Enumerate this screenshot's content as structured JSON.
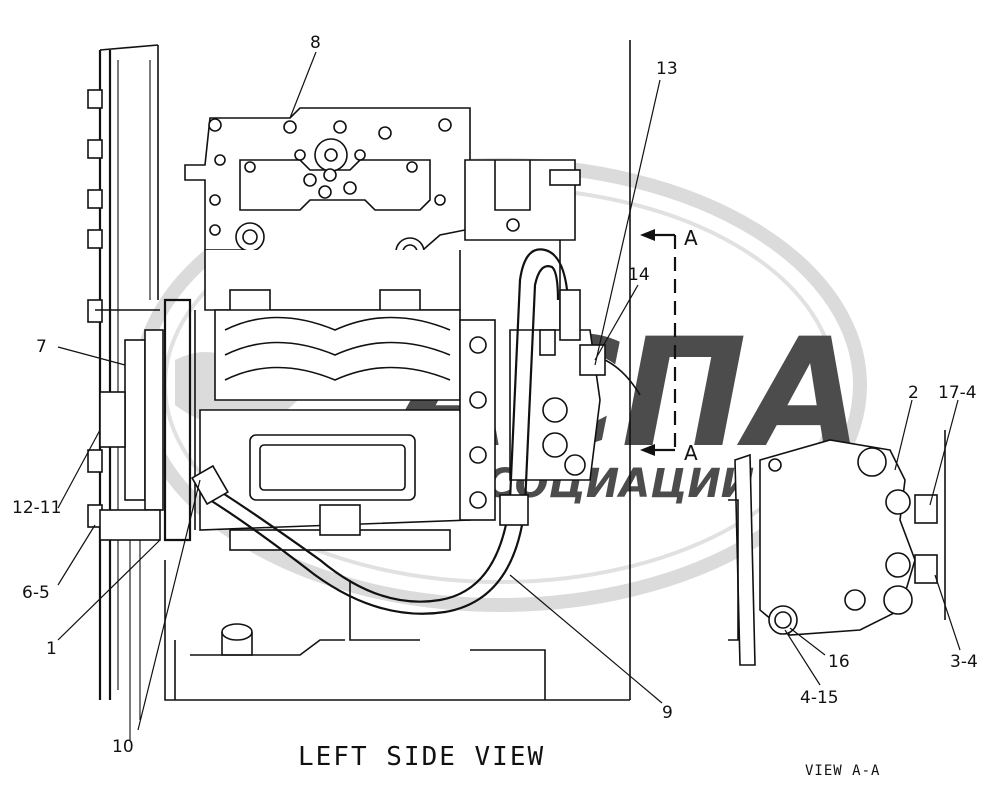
{
  "diagram": {
    "main_view_caption": "LEFT SIDE VIEW",
    "detail_view_caption": "VIEW A-A",
    "section_marker": "A",
    "callouts": [
      {
        "id": "c8",
        "label": "8"
      },
      {
        "id": "c13",
        "label": "13"
      },
      {
        "id": "c14",
        "label": "14"
      },
      {
        "id": "c7",
        "label": "7"
      },
      {
        "id": "c12_11",
        "label": "12-11"
      },
      {
        "id": "c6_5",
        "label": "6-5"
      },
      {
        "id": "c1",
        "label": "1"
      },
      {
        "id": "c10",
        "label": "10"
      },
      {
        "id": "c9",
        "label": "9"
      },
      {
        "id": "c2",
        "label": "2"
      },
      {
        "id": "c17_4",
        "label": "17-4"
      },
      {
        "id": "c3_4",
        "label": "3-4"
      },
      {
        "id": "c16",
        "label": "16"
      },
      {
        "id": "c4_15",
        "label": "4-15"
      }
    ],
    "watermark": {
      "title": "АСПА",
      "subtitle": "АССОЦИАЦИИ",
      "color": "#c9c9c9"
    }
  }
}
